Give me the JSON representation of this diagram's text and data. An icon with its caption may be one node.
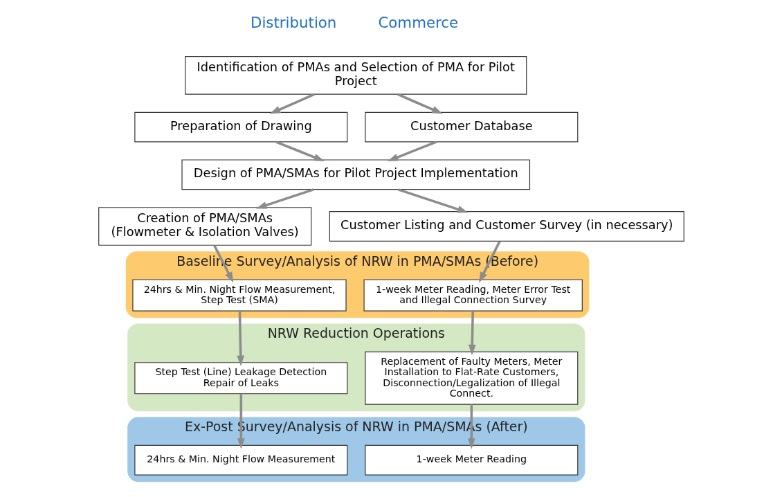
{
  "diagram": {
    "nodes": [
      {
        "text": [
          "Identification of PMAs and Selection of PMA for Pilot Project"
        ]
      },
      {
        "text": [
          "Preparation of Drawing"
        ]
      },
      {
        "text": [
          "Customer Database"
        ]
      },
      {
        "text": [
          "Design of PMA/SMAs for Pilot Project Implementation"
        ]
      },
      {
        "text": [
          "Creation of PMA/SMAs",
          "(Flowmeter & Isolation Valves)"
        ]
      },
      {
        "text": [
          "Customer Listing and Customer Survey (in necessary)"
        ]
      },
      {
        "text": [
          "Baseline Survey/Analysis of NRW in PMA/SMAs (Before)"
        ]
      },
      {
        "text": [
          "24hrs & Min. Night Flow Measurement, Step Test (SMA)"
        ],
        "in": 6
      },
      {
        "text": [
          "1-week Meter Reading, Meter Error Test and Illegal Connection Survey"
        ],
        "in": 6
      },
      {
        "text": [
          "NRW Reduction Operations"
        ]
      },
      {
        "text": [
          "Step Test (Line) Leakage Detection Repair of Leaks"
        ],
        "in": 9
      },
      {
        "text": [
          "Replacement of Faulty Meters, Meter Installation to Flat-Rate Customers, Disconnection/Legalization of Illegal Connect."
        ],
        "in": 9
      },
      {
        "text": [
          "Ex-Post Survey/Analysis of NRW in PMA/SMAs (After)"
        ]
      },
      {
        "text": [
          "24hrs & Min. Night Flow Measurement"
        ],
        "in": 12
      },
      {
        "text": [
          "1-week Meter Reading"
        ],
        "in": 12
      }
    ],
    "edges": [
      {
        "from": 0,
        "to": 1,
        "arrow": "to"
      },
      {
        "from": 0,
        "to": 2,
        "arrow": "to"
      },
      {
        "from": 1,
        "to": 3,
        "arrow": "to"
      },
      {
        "from": 2,
        "to": 3,
        "arrow": "to"
      },
      {
        "from": 3,
        "to": 4,
        "arrow": "to"
      },
      {
        "from": 3,
        "to": 5,
        "arrow": "to"
      },
      {
        "from": 4,
        "to": 7,
        "arrow": "to"
      },
      {
        "from": 5,
        "to": 8,
        "arrow": "to"
      },
      {
        "from": 7,
        "to": 10,
        "arrow": "to"
      },
      {
        "from": 8,
        "to": 11,
        "arrow": "to"
      },
      {
        "from": 10,
        "to": 13,
        "arrow": "to"
      },
      {
        "from": 11,
        "to": 14,
        "arrow": "to"
      }
    ],
    "labels": [
      "Distribution",
      "Commerce"
    ]
  }
}
